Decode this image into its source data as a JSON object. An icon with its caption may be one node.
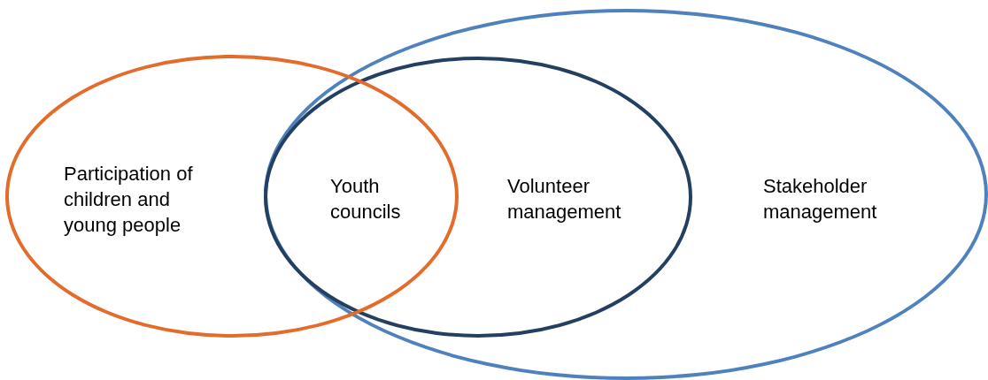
{
  "diagram": {
    "nodes": [
      {
        "text": [
          "Stakeholder management"
        ]
      },
      {
        "text": [
          "Volunteer management"
        ],
        "in": 0
      },
      {
        "text": [
          "Participation of children and young people"
        ]
      }
    ],
    "labels": [
      "Youth councils"
    ]
  }
}
